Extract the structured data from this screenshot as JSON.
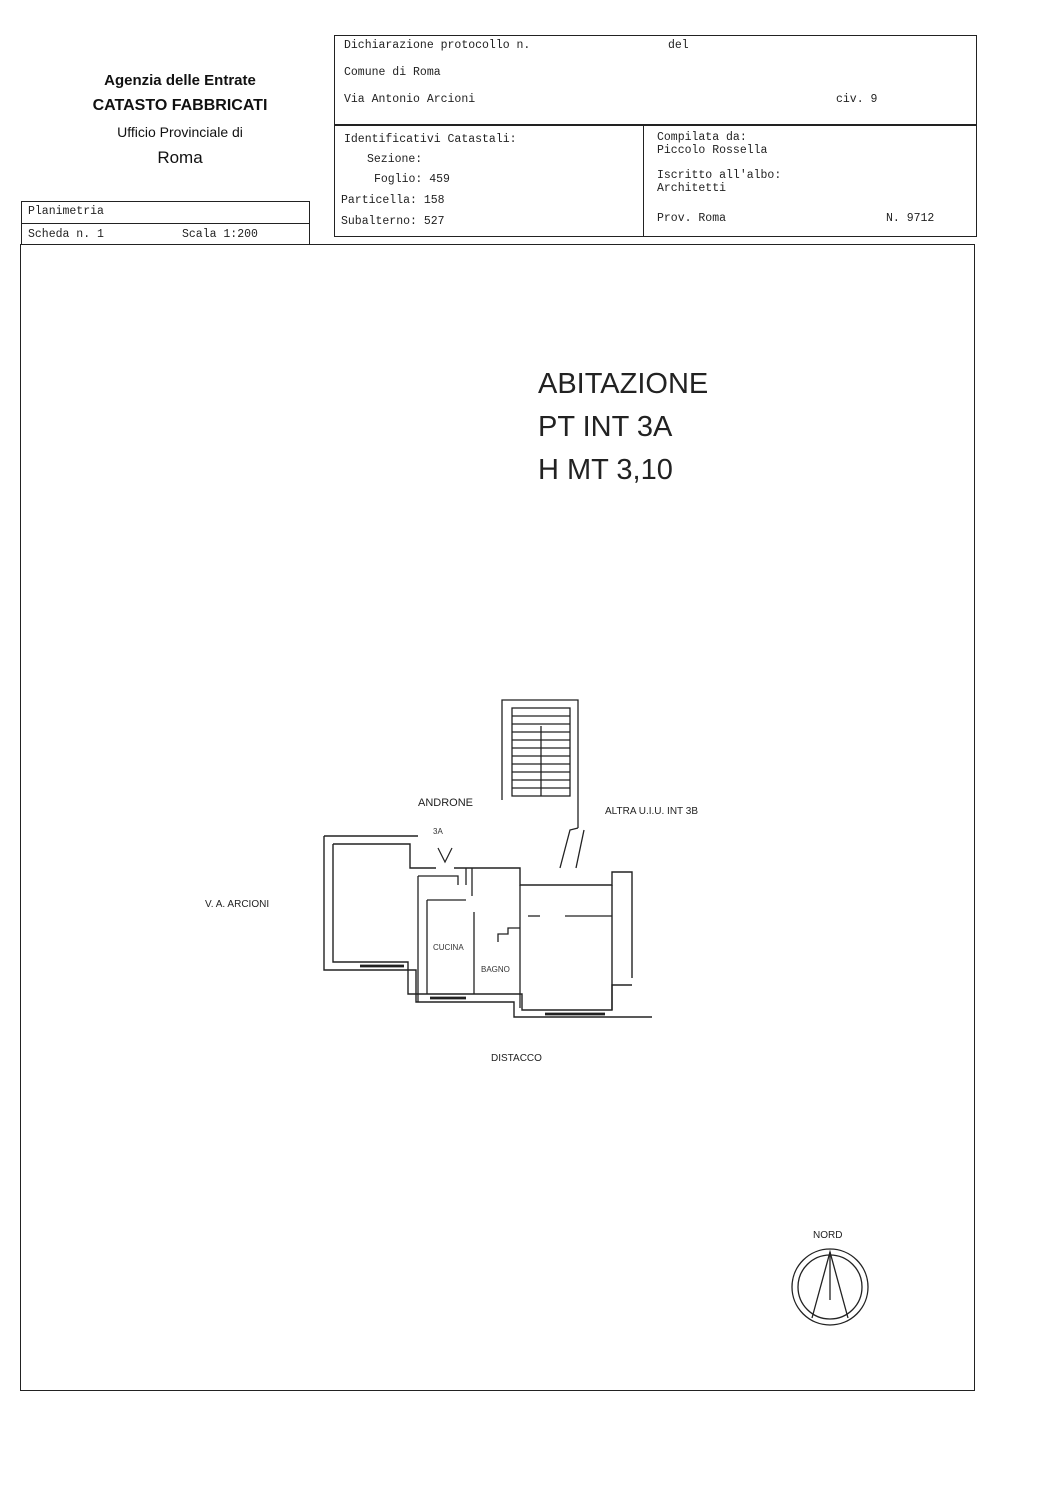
{
  "agency": {
    "line1": "Agenzia delle Entrate",
    "line2": "CATASTO FABBRICATI",
    "line3": "Ufficio Provinciale di",
    "line4": "Roma"
  },
  "header": {
    "dichiarazione": "Dichiarazione protocollo n.",
    "del": "del",
    "comune": "Comune di Roma",
    "via": "Via Antonio Arcioni",
    "civ": "civ. 9"
  },
  "identificativi": {
    "title": "Identificativi Catastali:",
    "sezione": "Sezione:",
    "foglio": "Foglio: 459",
    "particella": "Particella: 158",
    "subalterno": "Subalterno: 527"
  },
  "compilata": {
    "label": "Compilata da:",
    "name": "Piccolo Rossella",
    "iscritto_label": "Iscritto all'albo:",
    "albo": "Architetti",
    "prov": "Prov. Roma",
    "numero": "N. 9712"
  },
  "planimetria": {
    "label": "Planimetria",
    "scheda": "Scheda n. 1",
    "scala": "Scala 1:200"
  },
  "unit": {
    "line1": "ABITAZIONE",
    "line2": "PT INT 3A",
    "line3": "H MT 3,10"
  },
  "plan": {
    "androne": "ANDRONE",
    "entrance": "3A",
    "altra": "ALTRA U.I.U. INT 3B",
    "street": "V. A. ARCIONI",
    "cucina": "CUCINA",
    "bagno": "BAGNO",
    "distacco": "DISTACCO",
    "nord": "NORD"
  }
}
